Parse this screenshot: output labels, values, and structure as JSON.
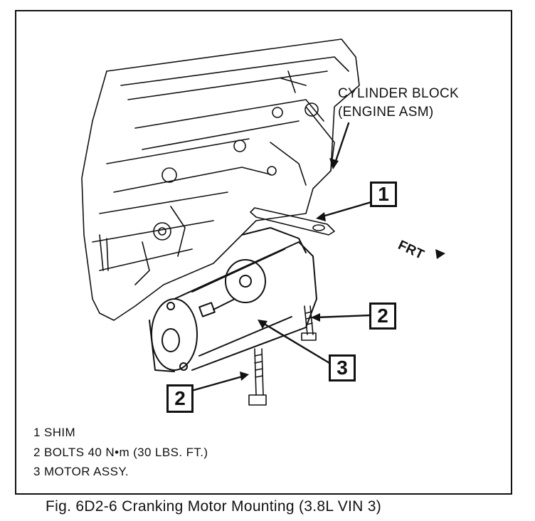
{
  "labels": {
    "block_line1": "CYLINDER BLOCK",
    "block_line2": "(ENGINE ASM)",
    "front": "FRT"
  },
  "callouts": {
    "shim": "1",
    "bolt_upper": "2",
    "motor": "3",
    "bolt_lower": "2"
  },
  "legend": [
    "1  SHIM",
    "2  BOLTS 40 N•m (30 LBS. FT.)",
    "3  MOTOR ASSY."
  ],
  "caption": "Fig. 6D2-6 Cranking Motor Mounting (3.8L VIN 3)",
  "colors": {
    "ink": "#111111",
    "paper": "#ffffff"
  }
}
